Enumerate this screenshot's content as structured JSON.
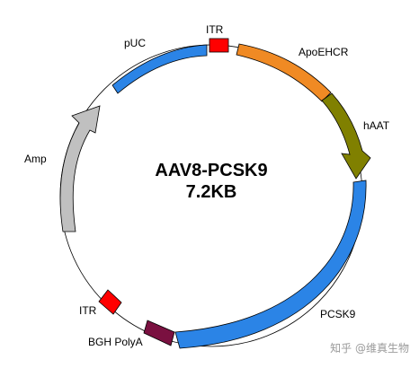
{
  "title": {
    "line1": "AAV8-PCSK9",
    "line2": "7.2KB"
  },
  "features": [
    {
      "label": "pUC",
      "color": "#2b84e6"
    },
    {
      "label": "ITR",
      "color": "#ff0000"
    },
    {
      "label": "ApoEHCR",
      "color": "#f08a24"
    },
    {
      "label": "hAAT",
      "color": "#808000"
    },
    {
      "label": "PCSK9",
      "color": "#2b84e6"
    },
    {
      "label": "BGH PolyA",
      "color": "#7a1040"
    },
    {
      "label": "ITR",
      "color": "#ff0000"
    },
    {
      "label": "Amp",
      "color": "#c0c0c0"
    }
  ],
  "watermark": {
    "text": "知乎 @维真生物"
  }
}
